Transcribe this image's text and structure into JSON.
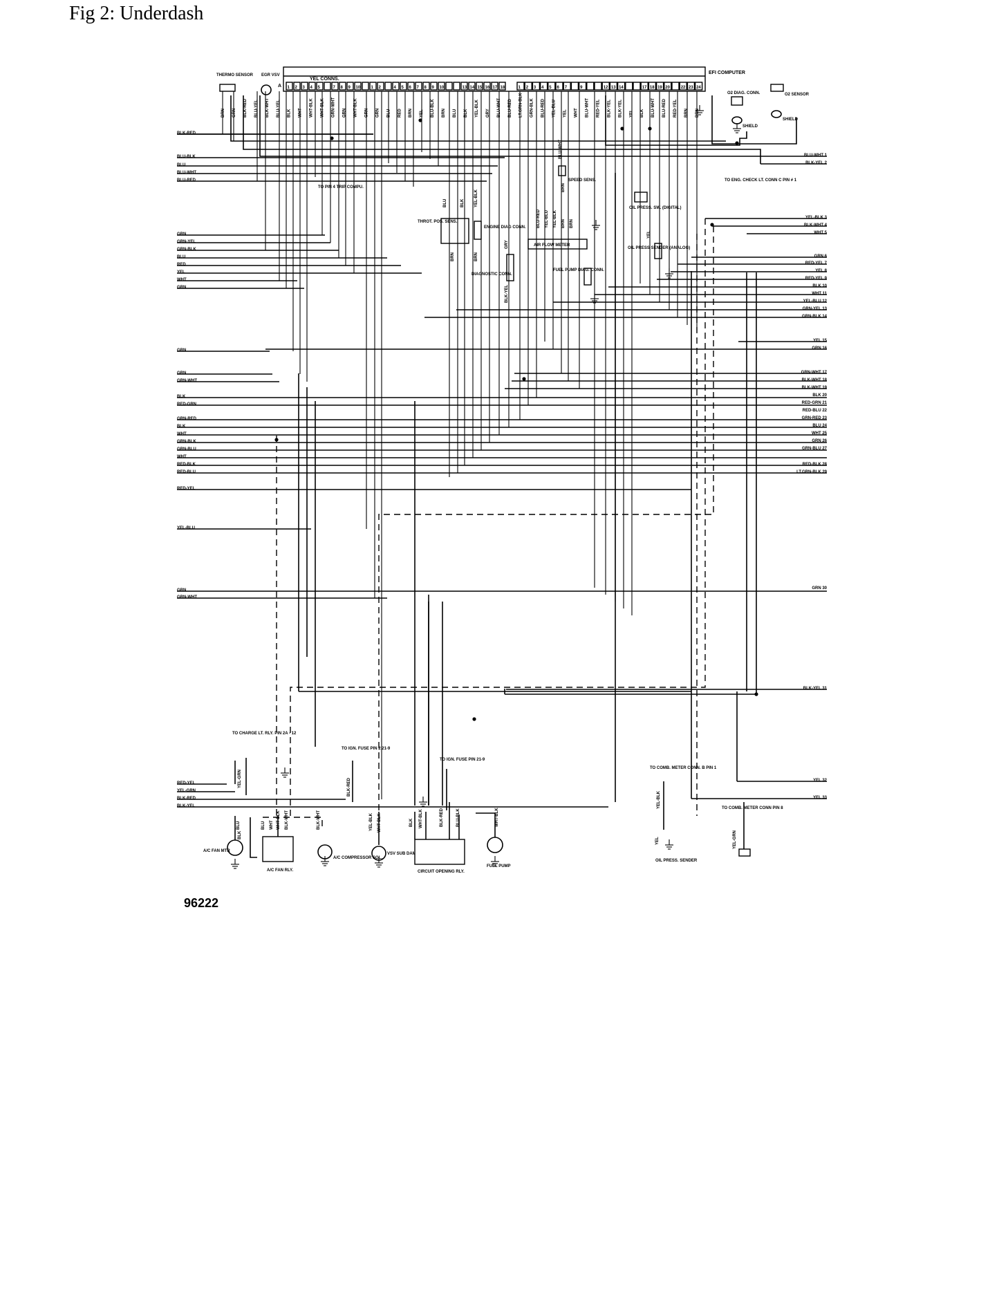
{
  "caption": "Fig 2: Underdash",
  "figure_code": "96222",
  "header": {
    "efi_computer": "EFI COMPUTER",
    "yel_conns": "YEL CONNS.",
    "conn_a": "A",
    "pins_a": [
      "1",
      "2",
      "3",
      "4",
      "5",
      "",
      "7",
      "8",
      "9",
      "10",
      "",
      "1",
      "2",
      "",
      "4",
      "5",
      "6",
      "7",
      "8",
      "9",
      "10",
      "",
      "",
      "13",
      "14",
      "15",
      "16",
      "17",
      "18"
    ],
    "pins_b": [
      "1",
      "2",
      "3",
      "4",
      "5",
      "6",
      "7",
      "",
      "9",
      "",
      "",
      "12",
      "13",
      "14",
      "",
      "",
      "17",
      "18",
      "19",
      "20",
      "",
      "22",
      "23",
      "24"
    ]
  },
  "components": {
    "thermo_sensor": "THERMO SENSOR",
    "egr_vsv": "EGR VSV",
    "o2_diag_conn": "O2 DIAG. CONN.",
    "o2_sensor": "O2 SENSOR",
    "shield_1": "SHIELD",
    "shield_2": "SHIELD",
    "to_pin4_trip": "TO PIN 4 TRIP COMPU.",
    "throt_pos_sens": "THROT. POS. SENS.",
    "engine_diag_conn": "ENGINE DIAG CONN.",
    "diagnostic_conn": "DIAGNOSTIC CONN.",
    "speed_sens": "SPEED SENS.",
    "air_flow_meter": "AIR FLOW METER",
    "fuel_pump_diag_conn": "FUEL PUMP DIAG. CONN.",
    "oil_press_sw": "OIL PRESS. SW. (DIGITAL)",
    "oil_press_sender_analog": "OIL PRESS SENDER (ANALOG)",
    "to_eng_check": "TO ENG. CHECK LT. CONN C PIN # 1",
    "to_charge_lt": "TO CHARGE LT. RLY. PIN 2A - 12",
    "to_ign_fuse_pin2": "TO IGN. FUSE PIN 2 21-9",
    "to_ign_fuse_pin21": "TO IGN. FUSE PIN 21-9",
    "to_comb_meter_b": "TO COMB. METER CONN. B PIN 1",
    "to_comb_meter_pin8": "TO COMB. METER CONN PIN 8",
    "ac_fan_mtr": "A/C FAN MTR",
    "ac_fan_rly": "A/C FAN RLY.",
    "ac_compressor_sol": "A/C COMPRESSOR SOL.",
    "vsv_sub_damper_sol": "VSV SUB DAMPER SOL.",
    "circuit_opening_rly": "CIRCUIT OPENING RLY.",
    "fuel_pump": "FUEL PUMP",
    "oil_press_sender": "OIL PRESS. SENDER"
  },
  "top_wire_labels": [
    "BRN",
    "GRN",
    "BLK-RED",
    "BLU-YEL",
    "BLK-WHT",
    "BLU-YEL",
    "BLK",
    "WHT",
    "WHT-BLK",
    "WHT-BLK",
    "GRN-WHT",
    "GRN",
    "WHT-BLK",
    "GRN",
    "GRN",
    "BLU",
    "RED",
    "BRN",
    "YEL",
    "BLU-BLK",
    "BRN",
    "BLU",
    "BLK",
    "YEL-BLK",
    "GRY",
    "BLU-WHT",
    "BLU-RED",
    "LT.GRN-BLK",
    "GRN-BLK",
    "BLU-RED",
    "YEL-BLU",
    "YEL",
    "WHT",
    "BLU-WHT",
    "RED-YEL",
    "BLK-YEL",
    "BLK-YEL",
    "YEL",
    "BLK",
    "BLU-WHT",
    "BLU-RED",
    "RED-YEL",
    "BRN",
    "BRN"
  ],
  "left_wire_labels": [
    "BLK-RED",
    "BLU-BLK",
    "BLU",
    "BLU-WHT",
    "BLU-RED",
    "GRN",
    "GRN-YEL",
    "GRN-BLK",
    "BLU",
    "RED",
    "YEL",
    "WHT",
    "GRN",
    "GRN",
    "GRN",
    "GRN-WHT",
    "BLK",
    "RED-GRN",
    "GRN-RED",
    "BLK",
    "WHT",
    "GRN-BLK",
    "GRN-BLU",
    "WHT",
    "RED-BLK",
    "RED-BLU",
    "RED-YEL",
    "YEL-BLU",
    "GRN",
    "GRN-WHT",
    "RED-YEL",
    "YEL-GRN",
    "BLK-RED",
    "BLK-YEL"
  ],
  "right_wire_labels": [
    "BLU-WHT 1",
    "BLK-YEL 2",
    "YEL-BLK 3",
    "BLK-WHT 4",
    "WHT 5",
    "GRN 6",
    "RED-YEL 7",
    "YEL 8",
    "RED-YEL 9",
    "BLK 10",
    "WHT 11",
    "YEL-BLU 12",
    "GRN-YEL 13",
    "GRN-BLK 14",
    "YEL 15",
    "GRN 16",
    "GRN-WHT 17",
    "BLK-WHT 18",
    "BLK-WHT 19",
    "BLK 20",
    "RED-GRN 21",
    "RED-BLU 22",
    "GRN-RED 23",
    "BLU 24",
    "WHT 25",
    "GRN 26",
    "GRN-BLU 27",
    "RED-BLK 28",
    "LT.GRN-BLK 29",
    "GRN 30",
    "BLK-YEL 31",
    "YEL 32",
    "YEL 33"
  ],
  "component_wire_labels": [
    "BLU",
    "BLK",
    "YEL-BLK",
    "BRN",
    "BRN",
    "GRY",
    "BLK-YEL",
    "BLU-RED",
    "YEL-BLU",
    "YEL-BLK",
    "BRN",
    "BRN",
    "BLU-WHT",
    "BRN",
    "YEL",
    "YEL-GRN",
    "BLK-RED",
    "BLU",
    "BLK",
    "BLU",
    "WHT",
    "WHT-BLK",
    "BLK-WHT",
    "BLK-WHT",
    "YEL-BLK",
    "WHT-BLK",
    "BLK",
    "WHT-BLK",
    "BLK-RED",
    "BLU-BLK",
    "WHT-BLK",
    "YEL-BLK",
    "YEL",
    "YEL-GRN"
  ]
}
